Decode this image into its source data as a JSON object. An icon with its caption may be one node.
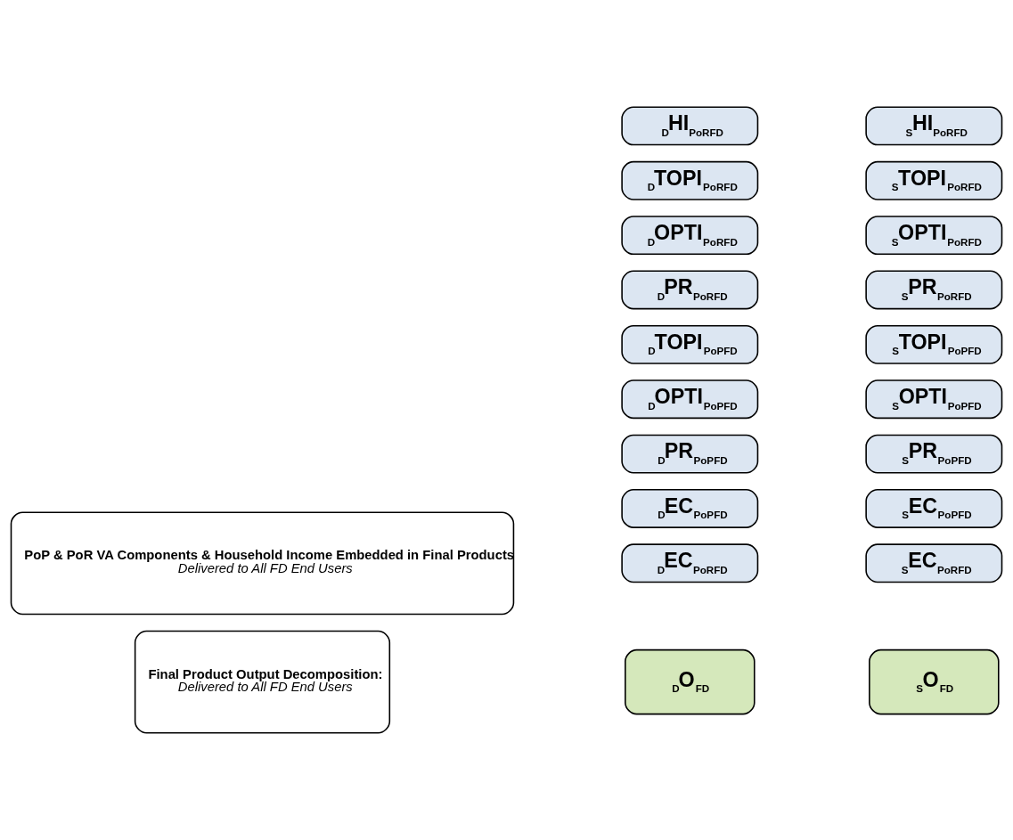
{
  "diagram": {
    "nodes": [
      {
        "text": [
          "Final Product Output Decomposition:",
          "Delivered to All FD End Users"
        ]
      },
      {
        "text": [
          "$_{D}$O$_{FD}$"
        ]
      },
      {
        "text": [
          "$_{S}$O$_{FD}$"
        ]
      },
      {
        "text": [
          "PoP & PoR VA Components & Household Income Embedded in Final Products",
          "Delivered to All FD End Users"
        ]
      },
      {
        "text": [
          "$_{D}$EC$_{PoPFD}$"
        ]
      },
      {
        "text": [
          "$_{S}$EC$_{PoPFD}$"
        ]
      },
      {
        "text": [
          "$_{D}$PR$_{PoPFD}$"
        ]
      },
      {
        "text": [
          "$_{S}$PR$_{PoPFD}$"
        ]
      },
      {
        "text": [
          "$_{D}$OPTI$_{PoPFD}$"
        ]
      },
      {
        "text": [
          "$_{S}$OPTI$_{PoPFD}$"
        ]
      },
      {
        "text": [
          "$_{D}$TOPI$_{PoPFD}$"
        ]
      },
      {
        "text": [
          "$_{S}$TOPI$_{PoPFD}$"
        ]
      },
      {
        "text": [
          "$_{D}$EC$_{PoRFD}$"
        ]
      },
      {
        "text": [
          "$_{S}$EC$_{PoRFD}$"
        ]
      },
      {
        "text": [
          "$_{D}$PR$_{PoRFD}$"
        ]
      },
      {
        "text": [
          "$_{S}$PR$_{PoRFD}$"
        ]
      },
      {
        "text": [
          "$_{D}$OPTI$_{PoRFD}$"
        ]
      },
      {
        "text": [
          "$_{S}$OPTI$_{PoRFD}$"
        ]
      },
      {
        "text": [
          "$_{D}$TOPI$_{PoRFD}$"
        ]
      },
      {
        "text": [
          "$_{S}$TOPI$_{PoRFD}$"
        ]
      },
      {
        "text": [
          "$_{D}$HI$_{PoRFD}$"
        ]
      },
      {
        "text": [
          "$_{S}$HI$_{PoRFD}$"
        ]
      }
    ]
  }
}
